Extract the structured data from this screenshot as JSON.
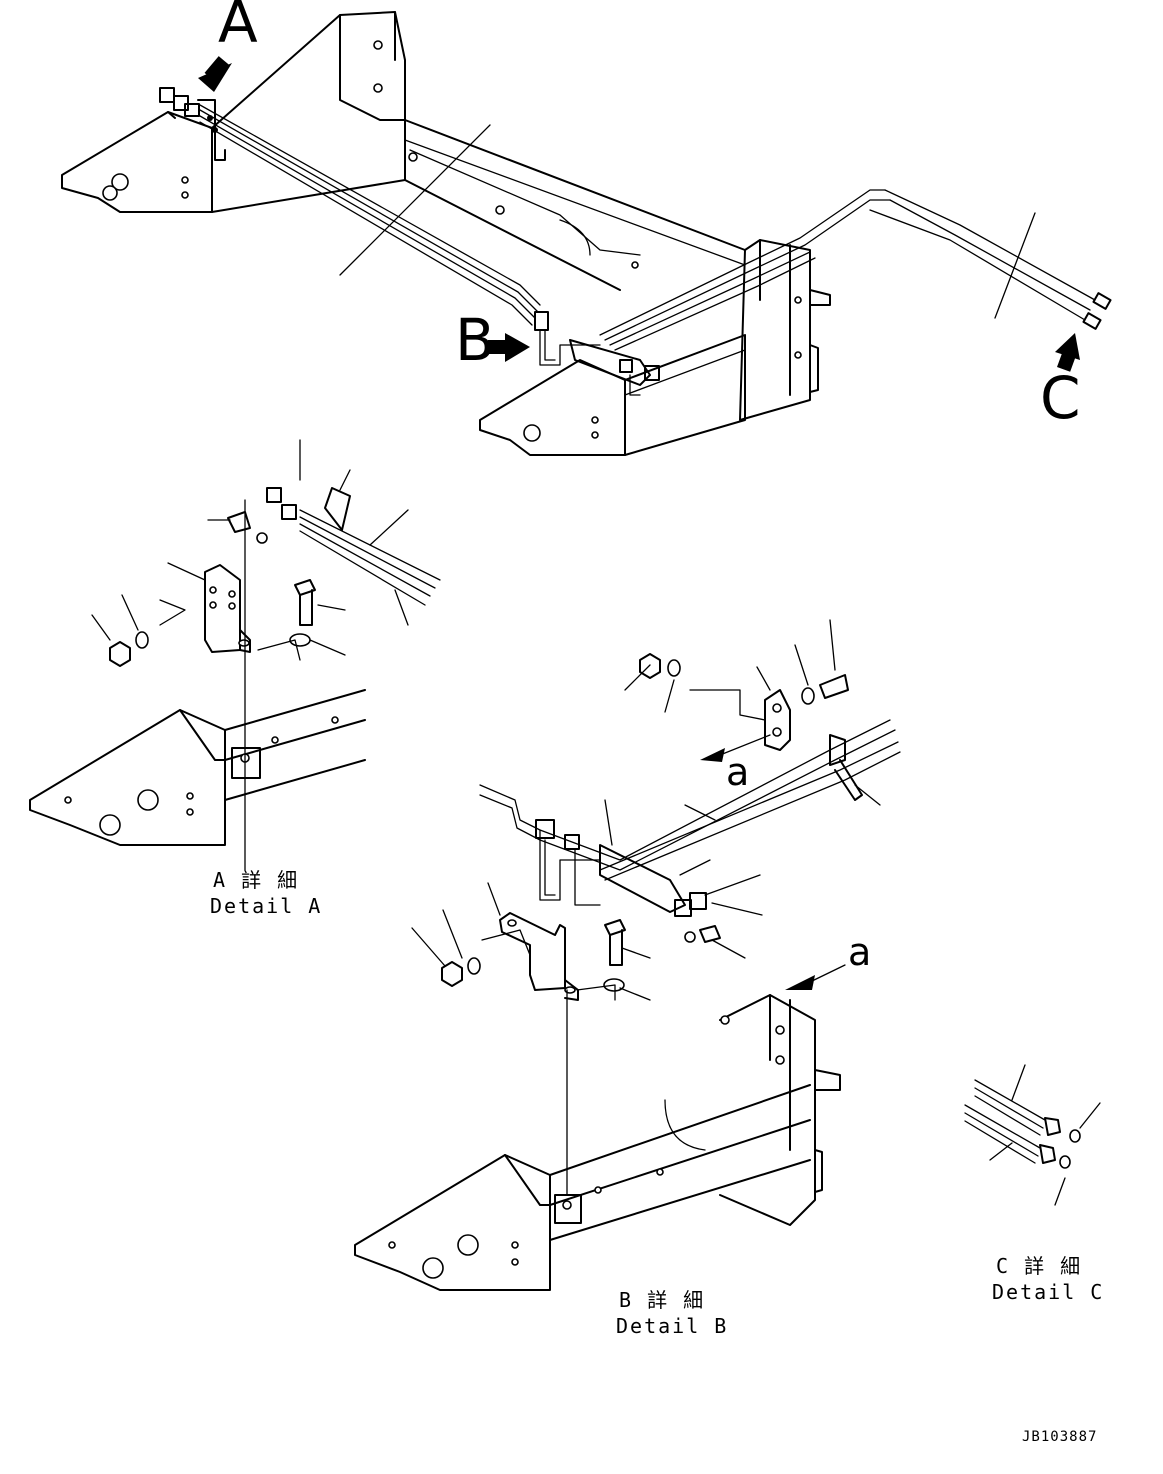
{
  "views": {
    "arrow_a": "A",
    "arrow_b": "B",
    "arrow_c": "C"
  },
  "details": {
    "a_jp": "A 詳 細",
    "a_en": "Detail A",
    "b_jp": "B 詳 細",
    "b_en": "Detail B",
    "c_jp": "C 詳 細",
    "c_en": "Detail C",
    "direction_mark": "a"
  },
  "drawing_code": "JB103887"
}
